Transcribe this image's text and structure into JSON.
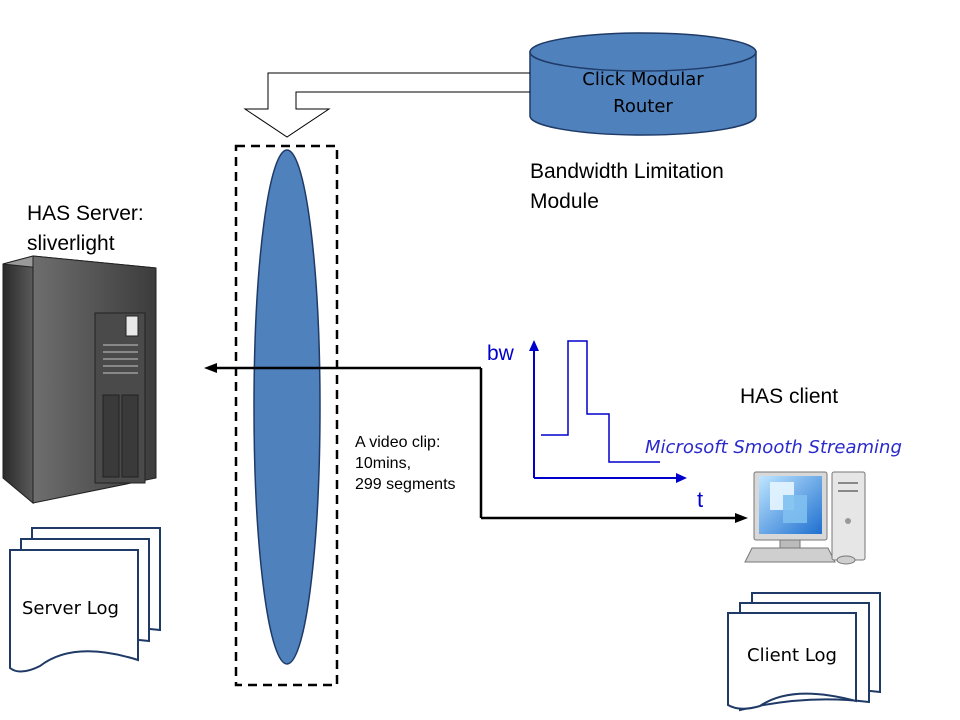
{
  "router": {
    "line1": "Click Modular",
    "line2": "Router"
  },
  "bandwidth_module": {
    "line1": "Bandwidth Limitation",
    "line2": "Module"
  },
  "server": {
    "title_line1": "HAS Server:",
    "title_line2": "sliverlight",
    "log_label": "Server Log"
  },
  "client": {
    "title": "HAS client",
    "subtitle": "Microsoft Smooth Streaming",
    "log_label": "Client Log"
  },
  "video_clip": {
    "line1": "A video clip:",
    "line2": "10mins,",
    "line3": "299 segments"
  },
  "bw_chart": {
    "ylabel": "bw",
    "xlabel": "t"
  },
  "colors": {
    "router_fill": "#4f81bd",
    "ellipse_fill": "#4f81bd",
    "axis": "#0000cc",
    "subtitle": "#2a2acc"
  }
}
